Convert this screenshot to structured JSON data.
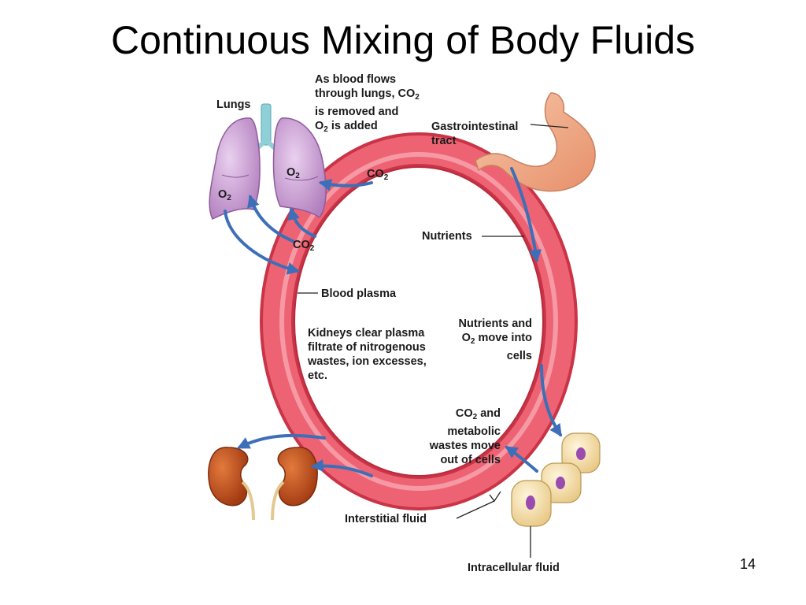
{
  "slide": {
    "title": "Continuous Mixing of Body Fluids",
    "page_number": "14"
  },
  "labels": {
    "lungs": "Lungs",
    "gi_tract_line1": "Gastrointestinal",
    "gi_tract_line2": "tract",
    "lung_note_line1": "As blood flows",
    "lung_note_line2": "through lungs, CO",
    "lung_note_line3": "is removed and",
    "lung_note_line4": "O",
    "lung_note_line4_rest": " is added",
    "nutrients": "Nutrients",
    "blood_plasma": "Blood plasma",
    "kidneys_line1": "Kidneys clear plasma",
    "kidneys_line2": "filtrate of nitrogenous",
    "kidneys_line3": "wastes, ion excesses,",
    "kidneys_line4": "etc.",
    "into_cells_line1": "Nutrients and",
    "into_cells_line2": "O",
    "into_cells_line2_rest": " move into",
    "into_cells_line3": "cells",
    "out_cells_line1": "CO",
    "out_cells_line1_rest": " and",
    "out_cells_line2": "metabolic",
    "out_cells_line3": "wastes move",
    "out_cells_line4": "out of cells",
    "interstitial_fluid": "Interstitial fluid",
    "intracellular_fluid": "Intracellular fluid",
    "gas_co2": "CO",
    "gas_o2": "O",
    "subscript_2": "2"
  },
  "colors": {
    "plasma_ring": "#e8505f",
    "ring_light": "#f7a3ab",
    "lungs": "#cfa3d6",
    "kidneys": "#c8501e",
    "stomach": "#f2b08e",
    "cells": "#f6e3b4",
    "nucleus": "#9a4bb0",
    "arrows": "#3d6fb8"
  }
}
